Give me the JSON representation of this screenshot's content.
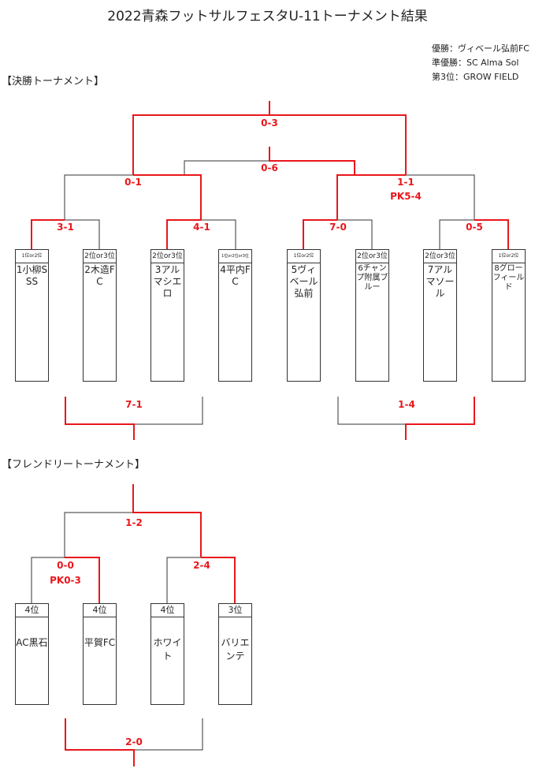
{
  "title": "2022青森フットサルフェスタU-11トーナメント結果",
  "results": {
    "champion": "優勝：ヴィベール弘前FC",
    "runner_up": "準優勝：SC Alma Sol",
    "third": "第3位：GROW FIELD"
  },
  "sections": {
    "main": "【決勝トーナメント】",
    "friendly": "【フレンドリートーナメント】"
  },
  "main_teams": [
    {
      "seed": "1位or2位",
      "name": "1小柳SSS"
    },
    {
      "seed": "2位or3位",
      "name": "2木造FC"
    },
    {
      "seed": "2位or3位",
      "name": "3アルマシエロ"
    },
    {
      "seed": "1位or2位or3位",
      "name": "4平内FC"
    },
    {
      "seed": "1位or2位",
      "name": "5ヴィベール弘前"
    },
    {
      "seed": "2位or3位",
      "name": "6チャンプ附属ブルー"
    },
    {
      "seed": "2位or3位",
      "name": "7アルマソール"
    },
    {
      "seed": "1位or2位",
      "name": "8グローフィールド"
    }
  ],
  "main_scores": {
    "qf1": "3-1",
    "qf2": "4-1",
    "qf3": "7-0",
    "qf4": "0-5",
    "sf1": "0-1",
    "sf2": "1-1",
    "sf2_pk": "PK5-4",
    "final": "0-3",
    "third_place": "0-6",
    "consolation_left": "7-1",
    "consolation_right": "1-4"
  },
  "friendly_teams": [
    {
      "seed": "4位",
      "name": "AC黒石"
    },
    {
      "seed": "4位",
      "name": "平賀FC"
    },
    {
      "seed": "4位",
      "name": "ホワイト"
    },
    {
      "seed": "3位",
      "name": "バリエンテ"
    }
  ],
  "friendly_scores": {
    "r1_left": "0-0",
    "r1_left_pk": "PK0-3",
    "r1_right": "2-4",
    "final": "1-2",
    "consolation": "2-0"
  },
  "colors": {
    "winner_line": "#e8171c",
    "loser_line": "#333333"
  }
}
